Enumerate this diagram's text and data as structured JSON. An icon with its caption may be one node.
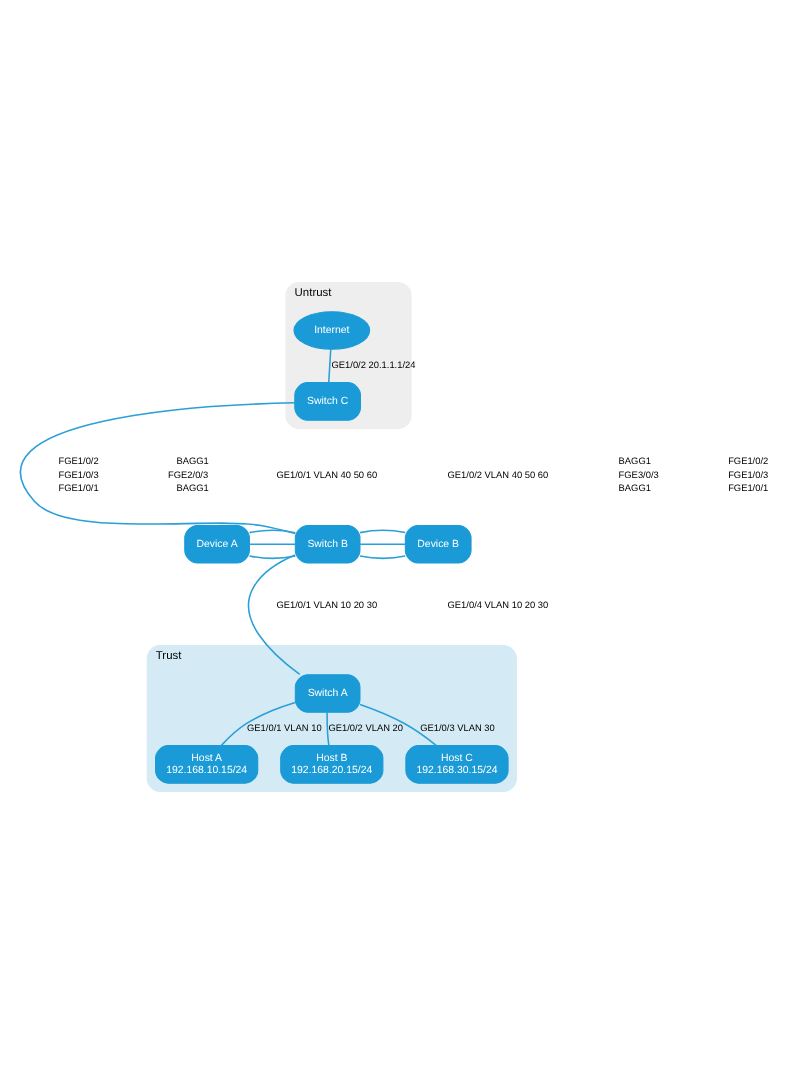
{
  "diagram": {
    "nodes": [
      {
        "text": [
          "Untrust"
        ]
      },
      {
        "text": [
          "Internet"
        ],
        "in": 0
      },
      {
        "text": [
          "Switch C"
        ],
        "in": 0
      },
      {
        "text": [
          "Device A"
        ]
      },
      {
        "text": [
          "Switch B"
        ]
      },
      {
        "text": [
          "Device B"
        ]
      },
      {
        "text": [
          "Trust"
        ]
      },
      {
        "text": [
          "Switch A"
        ],
        "in": 6
      },
      {
        "text": [
          "Host A",
          "192.168.10.15/24"
        ],
        "in": 6
      },
      {
        "text": [
          "Host B",
          "192.168.20.15/24"
        ],
        "in": 6
      },
      {
        "text": [
          "Host C",
          "192.168.30.15/24"
        ],
        "in": 6
      }
    ],
    "edges": [
      {
        "from": 1,
        "to": 2,
        "arrow": "none",
        "label": "GE1/0/2 20.1.1.1/24"
      },
      {
        "from": 2,
        "to": 4,
        "arrow": "none"
      },
      {
        "from": 3,
        "to": 4,
        "arrow": "none"
      },
      {
        "from": 3,
        "to": 4,
        "arrow": "none"
      },
      {
        "from": 3,
        "to": 4,
        "arrow": "none"
      },
      {
        "from": 4,
        "to": 5,
        "arrow": "none"
      },
      {
        "from": 4,
        "to": 5,
        "arrow": "none"
      },
      {
        "from": 4,
        "to": 5,
        "arrow": "none"
      },
      {
        "from": 4,
        "to": 7,
        "arrow": "none"
      },
      {
        "from": 7,
        "to": 8,
        "arrow": "none",
        "label": "GE1/0/1 VLAN 10"
      },
      {
        "from": 7,
        "to": 9,
        "arrow": "none",
        "label": "GE1/0/2 VLAN 20"
      },
      {
        "from": 7,
        "to": 10,
        "arrow": "none",
        "label": "GE1/0/3 VLAN 30"
      }
    ],
    "labels": [
      "GE1/0/1 VLAN 40 50 60",
      "GE1/0/2 VLAN 40 50 60",
      "FGE1/0/2",
      "BAGG1",
      "BAGG1",
      "FGE1/0/2",
      "FGE1/0/3",
      "FGE2/0/3",
      "FGE3/0/3",
      "FGE1/0/3",
      "FGE1/0/1",
      "BAGG1",
      "BAGG1",
      "FGE1/0/1",
      "GE1/0/1 VLAN 10 20 30",
      "GE1/0/4 VLAN 10 20 30"
    ]
  }
}
